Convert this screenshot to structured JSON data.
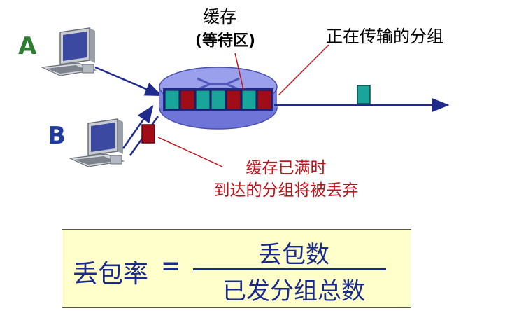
{
  "hosts": {
    "a_label": "A",
    "b_label": "B"
  },
  "buffer": {
    "title": "缓存",
    "subtitle": "(等待区)"
  },
  "in_transit_label": "正在传输的分组",
  "drop_note": {
    "line1": "缓存已满时",
    "line2": "到达的分组将被丢弃"
  },
  "formula": {
    "lhs": "丢包率",
    "equals": "=",
    "numerator": "丢包数",
    "denominator": "已发分组总数"
  },
  "colors": {
    "router_fill": "#7b82e0",
    "packet_teal": "#1aa59a",
    "packet_red": "#a00d18",
    "link": "#1f2a8c",
    "annotation_red": "#c0141c",
    "formula_bg": "#ffffcc"
  },
  "buffer_queue": [
    "teal",
    "red",
    "teal",
    "teal",
    "red",
    "teal",
    "red"
  ]
}
